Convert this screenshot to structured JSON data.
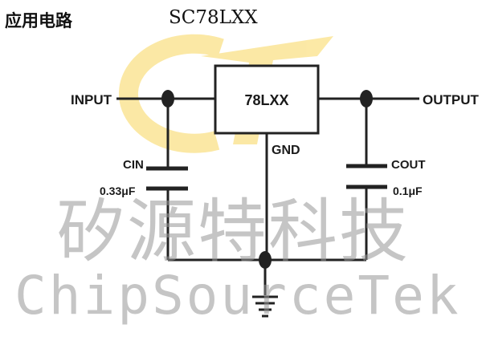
{
  "header": {
    "title": "应用电路",
    "part_number": "SC78LXX"
  },
  "circuit": {
    "regulator_label": "78LXX",
    "input_label": "INPUT",
    "output_label": "OUTPUT",
    "gnd_label": "GND",
    "cin_label": "CIN",
    "cin_value": "0.33μF",
    "cout_label": "COUT",
    "cout_value": "0.1μF"
  },
  "watermark": {
    "logo_text": "CST",
    "chinese": "矽源特科技",
    "english": "ChipSourceTek",
    "logo_color": "#f5c000"
  }
}
